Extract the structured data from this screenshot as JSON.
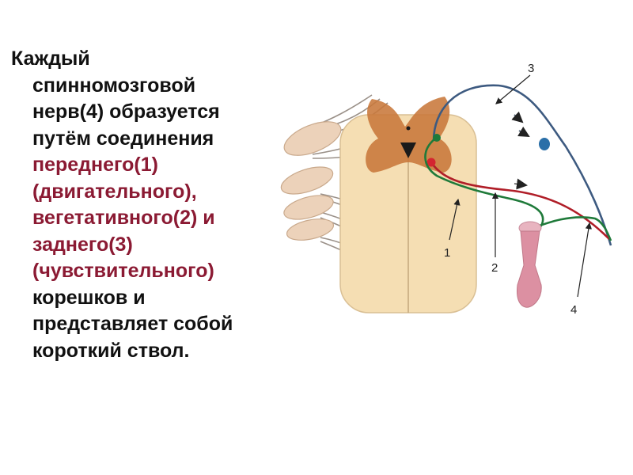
{
  "text": {
    "line1": "Каждый",
    "line2": "спинномозговой",
    "line3": "нерв(4) образуется",
    "line4": "путём соединения",
    "line5": "переднего(1)",
    "line6": "(двигательного),",
    "line7": "вегетативного(2) и",
    "line8": "заднего(3)",
    "line9": "(чувствительного)",
    "line10": "корешков и",
    "line11": "представляет собой",
    "line12": "короткий ствол."
  },
  "diagram": {
    "label_1": "1",
    "label_2": "2",
    "label_3": "3",
    "label_4": "4"
  },
  "colors": {
    "text": "#111111",
    "accent": "#8b1a33",
    "white_matter": "#f5deb3",
    "gray_matter": "#c8783a",
    "motor_root": "#b01e28",
    "autonomic_fiber": "#1f7a3a",
    "sensory_root": "#3d5a80",
    "ganglion": "#e8c9b0"
  }
}
